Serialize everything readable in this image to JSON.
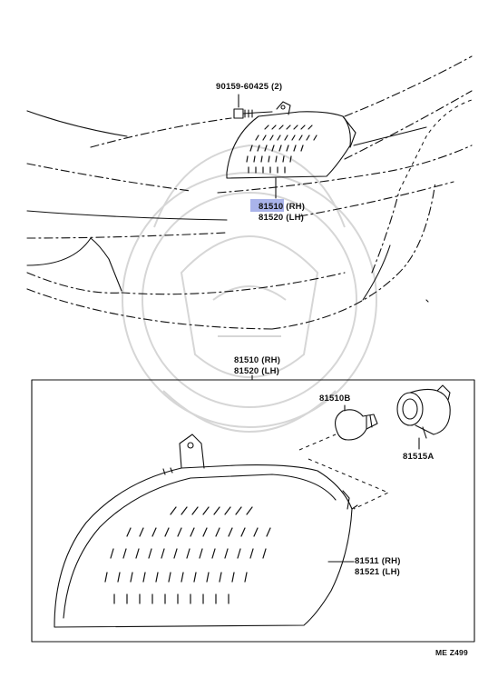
{
  "labels": {
    "bolt": "90159-60425 (2)",
    "assy_rh_top": "81510 (RH)",
    "assy_lh_top": "81520 (LH)",
    "assy_rh_box": "81510 (RH)",
    "assy_lh_box": "81520 (LH)",
    "bulb": "81510B",
    "socket": "81515A",
    "lens_rh": "81511 (RH)",
    "lens_lh": "81521 (LH)",
    "figure_code": "ME Z499"
  },
  "highlight_color": "#9aa6e6",
  "watermark": "samurai-crest-watermark"
}
